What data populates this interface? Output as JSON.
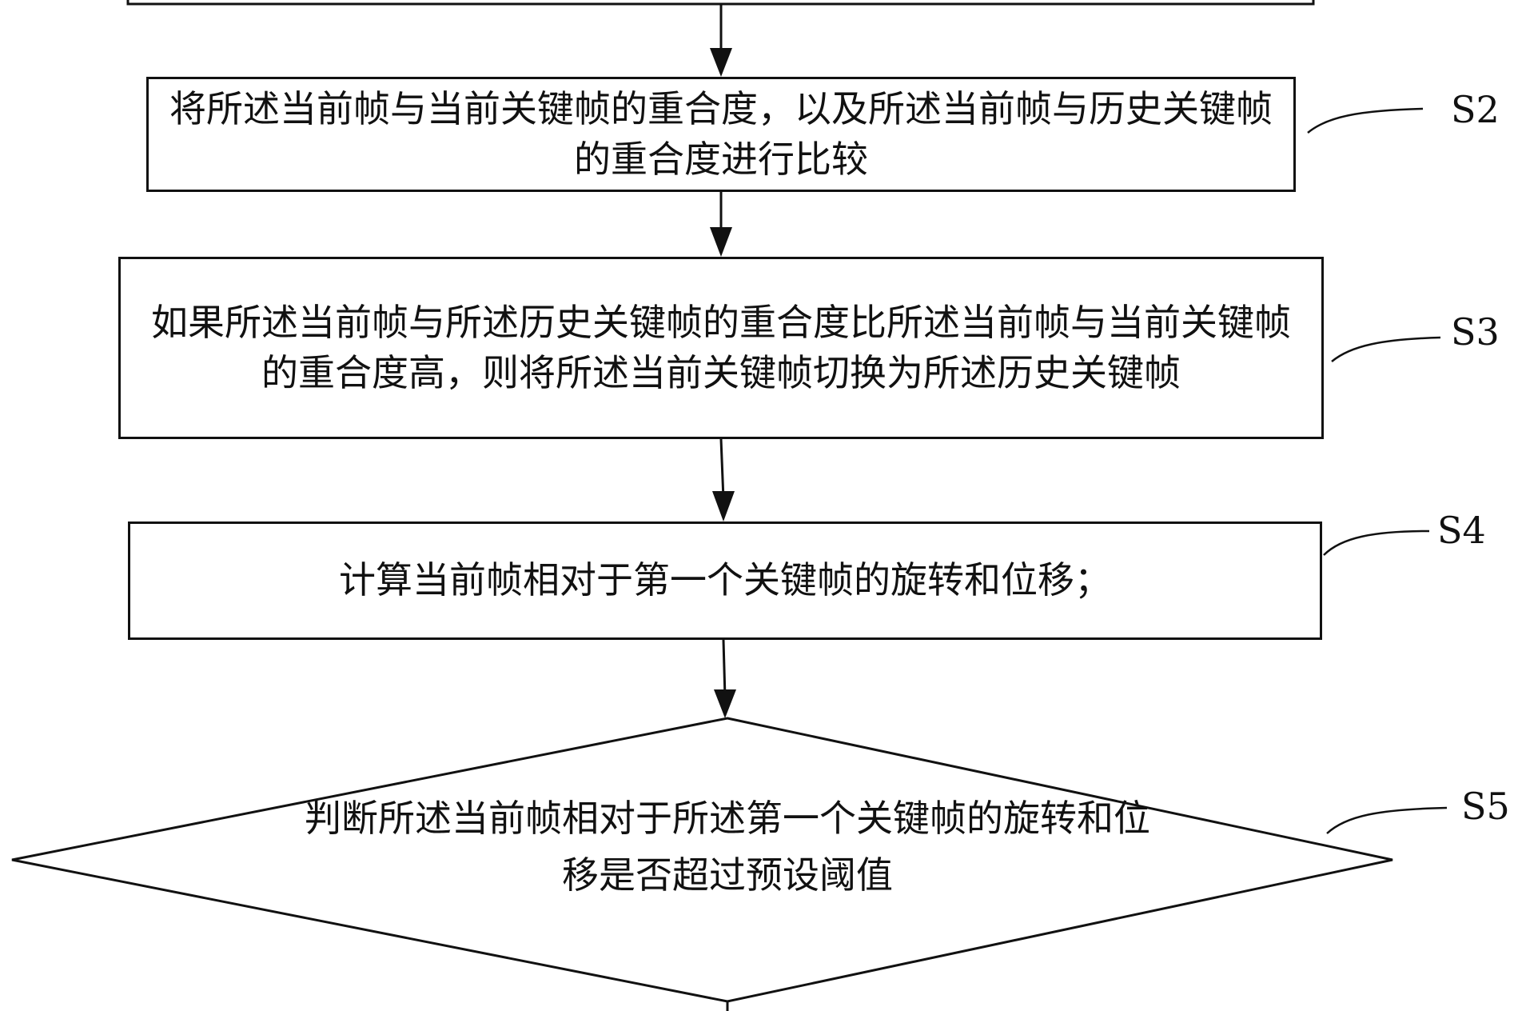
{
  "flowchart": {
    "steps": {
      "s2": {
        "label": "S2",
        "text": "将所述当前帧与当前关键帧的重合度，以及所述当前帧与历史关键帧的重合度进行比较"
      },
      "s3": {
        "label": "S3",
        "text": "如果所述当前帧与所述历史关键帧的重合度比所述当前帧与当前关键帧的重合度高，则将所述当前关键帧切换为所述历史关键帧"
      },
      "s4": {
        "label": "S4",
        "text": "计算当前帧相对于第一个关键帧的旋转和位移；"
      },
      "s5": {
        "label": "S5",
        "text": "判断所述当前帧相对于所述第一个关键帧的旋转和位移是否超过预设阈值"
      }
    },
    "colors": {
      "line": "#111111",
      "background": "#ffffff"
    }
  }
}
